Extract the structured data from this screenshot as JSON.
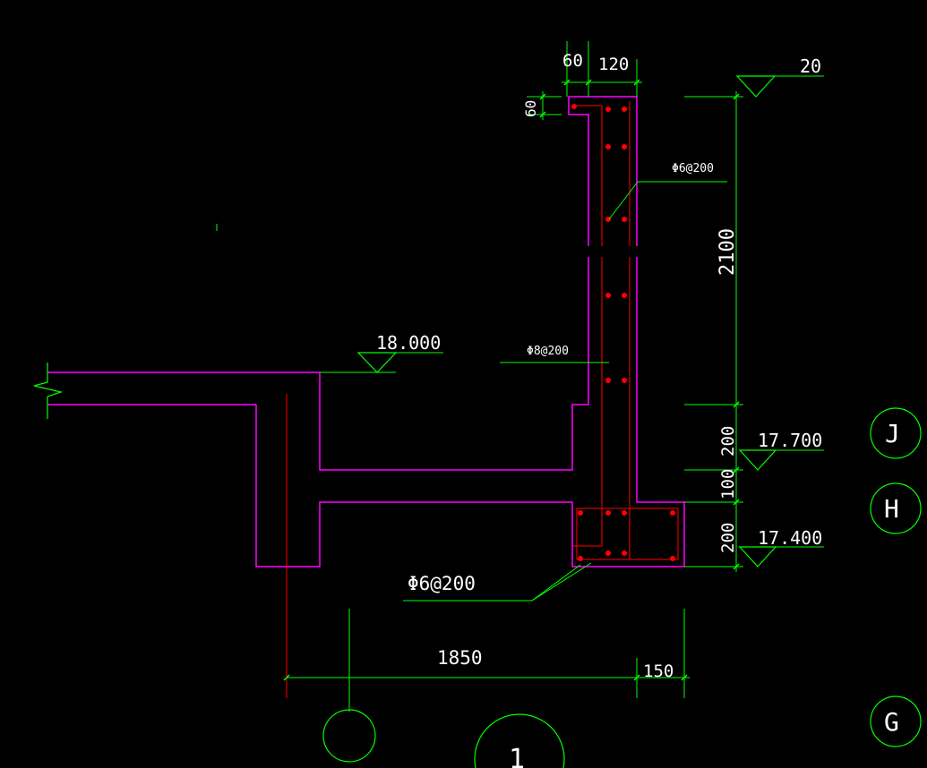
{
  "drawing": {
    "colors": {
      "background": "#000000",
      "concrete_outline": "#ff00ff",
      "dimension": "#00ff00",
      "rebar": "#ff0000",
      "rebar_dot": "#ff0000",
      "axis_bubble": "#00ff00",
      "text": "#ffffff"
    },
    "dimensions": {
      "top_width_a": "60",
      "top_width_b": "120",
      "top_height": "60",
      "wall_height": "2100",
      "segment_200_upper": "200",
      "segment_100": "100",
      "segment_200_lower": "200",
      "bottom_width": "1850",
      "bottom_right": "150"
    },
    "elevations": {
      "top": "20",
      "slab": "18.000",
      "mid": "17.700",
      "bottom": "17.400"
    },
    "rebar_labels": {
      "wall_upper": "Φ6@200",
      "wall_middle": "Φ8@200",
      "beam_bottom": "Φ6@200"
    },
    "axis_labels": {
      "j": "J",
      "h": "H",
      "g": "G",
      "section_number": "1"
    }
  }
}
